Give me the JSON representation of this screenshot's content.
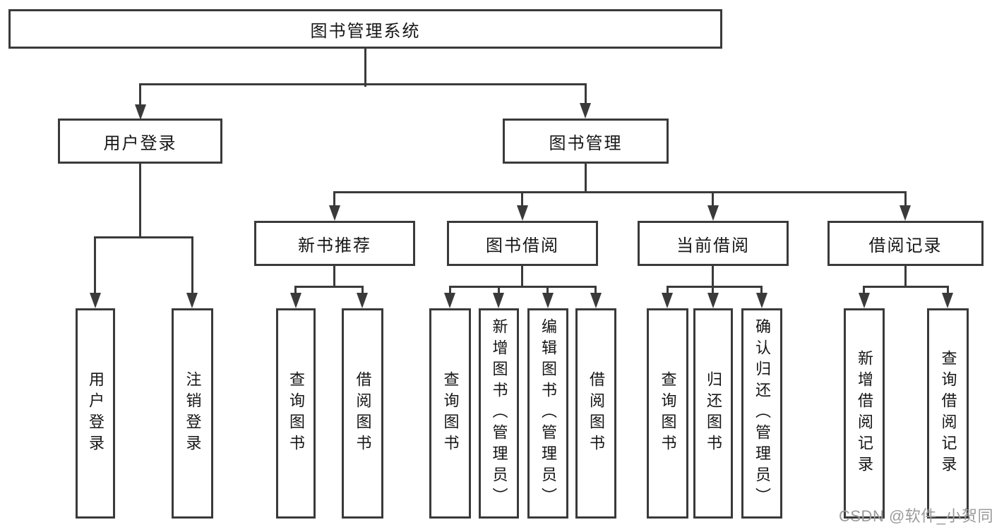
{
  "tree": {
    "root": "图书管理系统",
    "branches": [
      {
        "label": "用户登录",
        "children": [
          "用户登录",
          "注销登录"
        ]
      },
      {
        "label": "图书管理",
        "groups": [
          {
            "label": "新书推荐",
            "children": [
              "查询图书",
              "借阅图书"
            ]
          },
          {
            "label": "图书借阅",
            "children": [
              "查询图书",
              "新增图书（管理员）",
              "编辑图书（管理员）",
              "借阅图书"
            ]
          },
          {
            "label": "当前借阅",
            "children": [
              "查询图书",
              "归还图书",
              "确认归还（管理员）"
            ]
          },
          {
            "label": "借阅记录",
            "children": [
              "新增借阅记录",
              "查询借阅记录"
            ]
          }
        ]
      }
    ]
  },
  "watermark": "CSDN @软件_小贺同学",
  "colors": {
    "line": "#3a3a3a",
    "text": "#161616",
    "watermark": "#9b9b9b",
    "background": "#ffffff"
  }
}
